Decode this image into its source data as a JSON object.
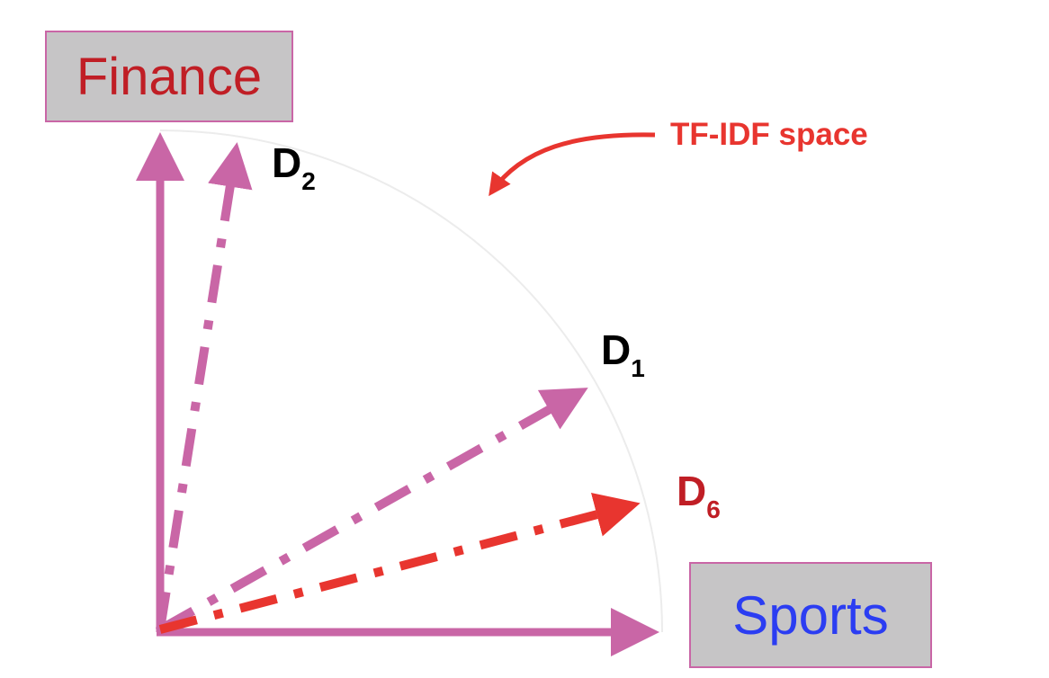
{
  "axes": {
    "y_label": "Finance",
    "x_label": "Sports"
  },
  "vectors": [
    {
      "id": "d2",
      "letter": "D",
      "subscript": "2",
      "color": "#c966a6",
      "label_color": "#000000"
    },
    {
      "id": "d1",
      "letter": "D",
      "subscript": "1",
      "color": "#c966a6",
      "label_color": "#000000"
    },
    {
      "id": "d6",
      "letter": "D",
      "subscript": "6",
      "color": "#e8352f",
      "label_color": "#c01e25"
    }
  ],
  "annotation": {
    "text": "TF-IDF space",
    "color": "#e8352f"
  },
  "colors": {
    "axis": "#c966a6",
    "box_fill": "#c6c5c6",
    "finance_text": "#c01e25",
    "sports_text": "#2b3df2",
    "arc": "#ececec"
  }
}
